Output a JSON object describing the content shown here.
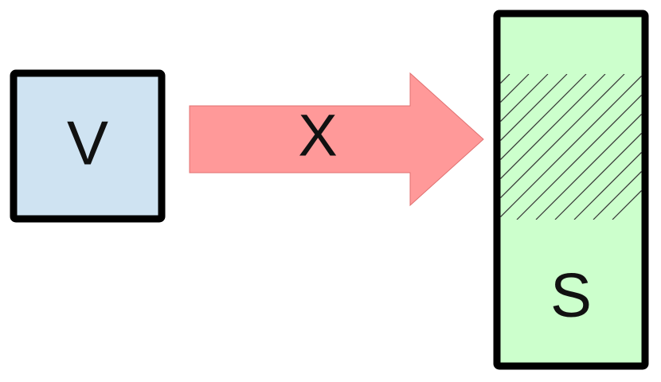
{
  "nodes": {
    "v": {
      "label": "V",
      "fill": "#cfe3f2"
    },
    "s": {
      "label": "S",
      "fill": "#ccffcc"
    }
  },
  "arrow": {
    "label": "X",
    "fill": "#ff9999",
    "stroke": "#e07070"
  },
  "colors": {
    "stroke": "#000000",
    "hatch": "#333333"
  }
}
